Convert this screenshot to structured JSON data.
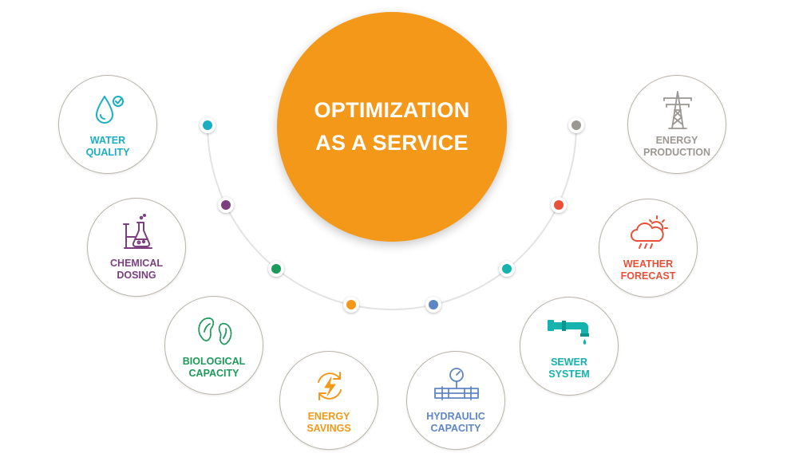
{
  "center": {
    "line1": "OPTIMIZATION",
    "line2": "AS A SERVICE",
    "color": "#f39819"
  },
  "items": [
    {
      "key": "water-quality",
      "icon": "water-drop-check-icon",
      "line1": "WATER",
      "line2": "QUALITY",
      "color": "#1aafc1"
    },
    {
      "key": "chemical-dosing",
      "icon": "flask-icon",
      "line1": "CHEMICAL",
      "line2": "DOSING",
      "color": "#7b3f80"
    },
    {
      "key": "biological-capacity",
      "icon": "bacteria-icon",
      "line1": "BIOLOGICAL",
      "line2": "CAPACITY",
      "color": "#1c9a5a"
    },
    {
      "key": "energy-savings",
      "icon": "recycle-energy-icon",
      "line1": "ENERGY",
      "line2": "SAVINGS",
      "color": "#f39819"
    },
    {
      "key": "hydraulic-capacity",
      "icon": "pressure-gauge-pipe-icon",
      "line1": "HYDRAULIC",
      "line2": "CAPACITY",
      "color": "#5e86c4"
    },
    {
      "key": "sewer-system",
      "icon": "faucet-pipe-icon",
      "line1": "SEWER",
      "line2": "SYSTEM",
      "color": "#14b3ad"
    },
    {
      "key": "weather-forecast",
      "icon": "weather-cloud-rain-icon",
      "line1": "WEATHER",
      "line2": "FORECAST",
      "color": "#e8503a"
    },
    {
      "key": "energy-production",
      "icon": "power-pylon-icon",
      "line1": "ENERGY",
      "line2": "PRODUCTION",
      "color": "#9b9792"
    }
  ]
}
